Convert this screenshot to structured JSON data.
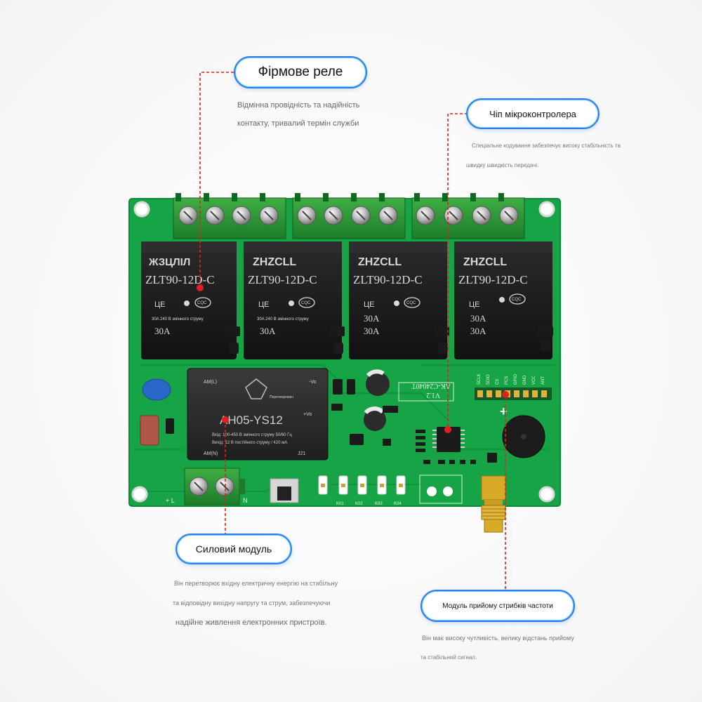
{
  "callouts": {
    "relay": {
      "title": "Фірмове реле",
      "desc1": "Відмінна провідність та надійність",
      "desc2": "контакту, тривалий термін служби"
    },
    "mcu": {
      "title": "Чіп мікроконтролера",
      "desc1": "Спеціальне кодування забезпечує високу стабільність та",
      "desc2": "швидку швидкість передачі."
    },
    "power": {
      "title": "Силовий модуль",
      "desc1": "Він перетворює вхідну електричну енергію на стабільну",
      "desc2": "та відповідну вихідну напругу та струм, забезпечуючи",
      "desc3": "надійне живлення електронних пристроїв."
    },
    "rf": {
      "title": "Модуль прийому стрибків частоти",
      "desc1": "Він має високу чутливість, велику відстань прийому",
      "desc2": "та стабільний сигнал."
    }
  },
  "board": {
    "relays": [
      {
        "brand": "ЖЗЦЛІЛ",
        "model": "ZLT90-12D-C",
        "cert": "ЦЕ",
        "rating_line": "30A 240 В змінного струму",
        "current": "30A",
        "current2": ""
      },
      {
        "brand": "ZHZCLL",
        "model": "ZLT90-12D-C",
        "cert": "ЦЕ",
        "rating_line": "30A 240 В змінного струму",
        "current": "30A",
        "current2": ""
      },
      {
        "brand": "ZHZCLL",
        "model": "ZLT90-12D-C",
        "cert": "ЦЕ",
        "rating_line": "",
        "current": "30A",
        "current2": "30A"
      },
      {
        "brand": "ZHZCLL",
        "model": "ZLT90-12D-C",
        "cert": "ЦЕ",
        "rating_line": "",
        "current": "30A",
        "current2": "30A"
      }
    ],
    "cqc_label": "CQC",
    "power_module": {
      "model": "AH05-YS12",
      "pin_ac_l": "AM(L)",
      "pin_ac_n": "AM(N)",
      "pin_plus": "+Vo",
      "pin_minus": "-Vo",
      "brand_small": "Перетворювач",
      "input_line": "Вхід: 100-450 В змінного струму 50/60 Гц",
      "output_line": "Вихід: 12 В постійного струму / 420 мА",
      "code": "J21"
    },
    "version_label": "V1.2",
    "pcb_code": "AK-C24040T",
    "terminal_l": "+ L",
    "terminal_n": "N",
    "led_labels": [
      "K01",
      "K02",
      "K03",
      "K04"
    ],
    "header_pins": [
      "SCLK",
      "SDIO",
      "CS",
      "PCS",
      "GPIO",
      "GND",
      "VCC",
      "ANT"
    ],
    "plus_sign": "+"
  },
  "colors": {
    "pcb_green": "#16a043",
    "pcb_dark": "#0d7f33",
    "relay_black": "#1d1d1d",
    "marker_red": "#e0201c",
    "pill_border": "#2f7de8"
  }
}
